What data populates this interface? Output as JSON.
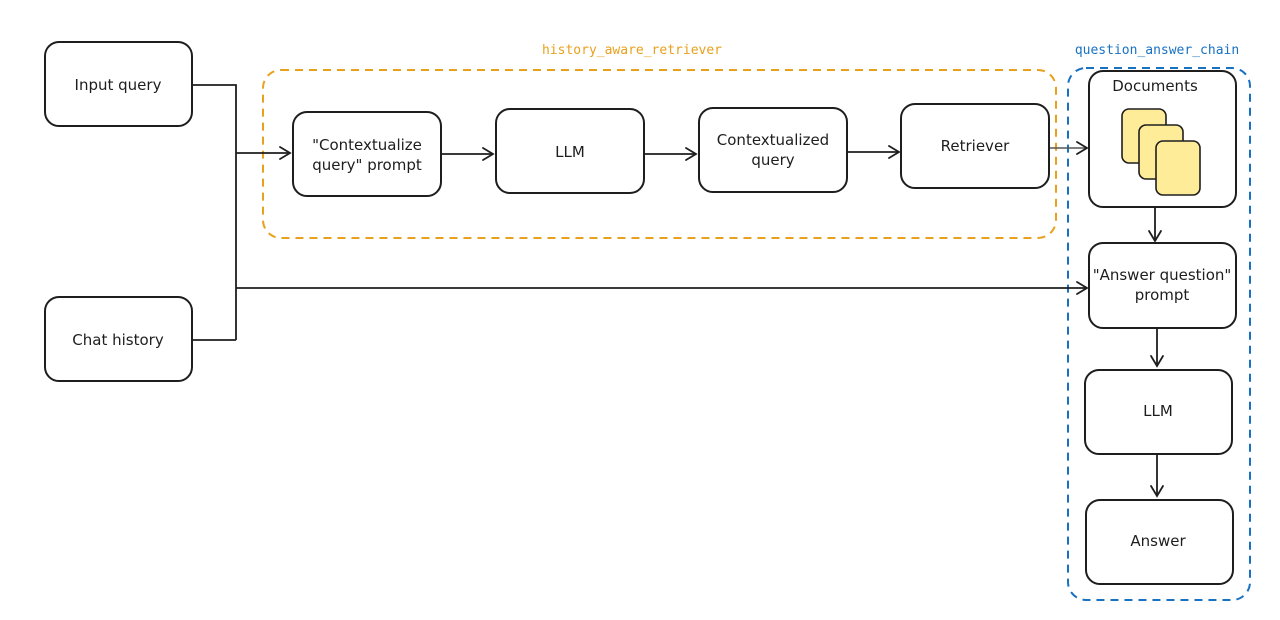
{
  "colors": {
    "stroke": "#1e1e1e",
    "history_group": "#e8a11c",
    "qa_group": "#1971c2",
    "document_fill": "#ffec99",
    "document_stroke": "#1e1e1e"
  },
  "groups": {
    "history_aware_retriever": {
      "label": "history_aware_retriever"
    },
    "question_answer_chain": {
      "label": "question_answer_chain"
    }
  },
  "nodes": {
    "input_query": {
      "label": "Input query"
    },
    "chat_history": {
      "label": "Chat history"
    },
    "contextualize_prompt": {
      "lines": [
        "\"Contextualize",
        "query\" prompt"
      ]
    },
    "llm_1": {
      "label": "LLM"
    },
    "contextualized_query": {
      "lines": [
        "Contextualized",
        "query"
      ]
    },
    "retriever": {
      "label": "Retriever"
    },
    "documents": {
      "label": "Documents",
      "icon": "documents-stack-icon"
    },
    "answer_prompt": {
      "lines": [
        "\"Answer question\"",
        "prompt"
      ]
    },
    "llm_2": {
      "label": "LLM"
    },
    "answer": {
      "label": "Answer"
    }
  }
}
